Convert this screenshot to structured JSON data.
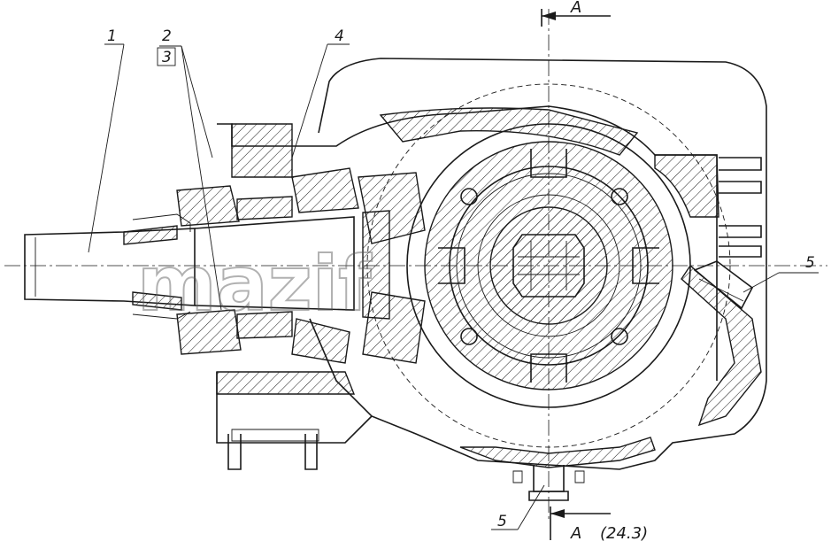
{
  "callouts": {
    "c1": "1",
    "c2": "2",
    "c3": "3",
    "c4": "4",
    "c5_right": "5",
    "c5_bottom": "5"
  },
  "section": {
    "top_label": "A",
    "bottom_label": "A",
    "bottom_ref": "(24.3)"
  },
  "watermark": "mazif"
}
